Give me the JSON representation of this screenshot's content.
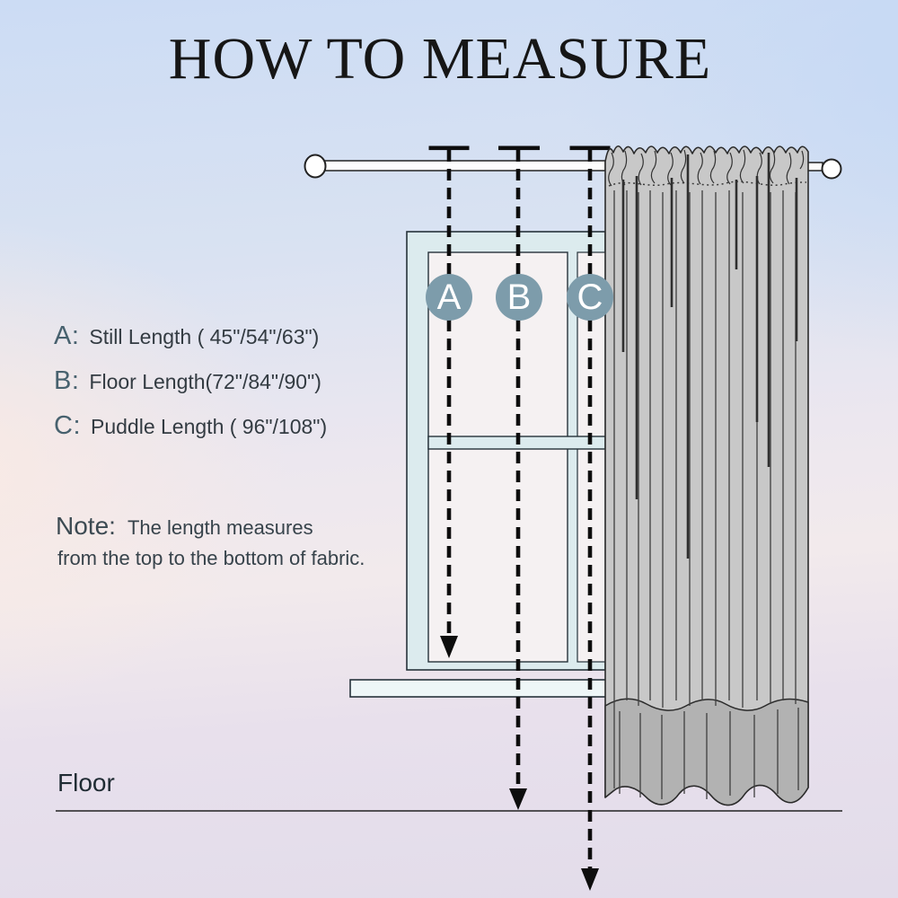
{
  "title": "HOW TO MEASURE",
  "legend": {
    "items": [
      {
        "prefix": "A:",
        "label": "Still Length ( 45\"/54\"/63\")"
      },
      {
        "prefix": "B:",
        "label": "Floor Length(72\"/84\"/90\")"
      },
      {
        "prefix": "C:",
        "label": "Puddle Length ( 96\"/108\")"
      }
    ]
  },
  "note": {
    "prefix": "Note:",
    "line1": "The length measures",
    "line2": "from the top to the bottom of fabric."
  },
  "floor": {
    "label": "Floor"
  },
  "diagram": {
    "markers": [
      "A",
      "B",
      "C"
    ],
    "measurements": [
      {
        "marker": "A",
        "name": "Still Length",
        "sizes": [
          "45\"",
          "54\"",
          "63\""
        ]
      },
      {
        "marker": "B",
        "name": "Floor Length",
        "sizes": [
          "72\"",
          "84\"",
          "90\""
        ]
      },
      {
        "marker": "C",
        "name": "Puddle Length",
        "sizes": [
          "96\"",
          "108\""
        ]
      }
    ]
  },
  "colors": {
    "badge": "#7d9cab",
    "badge_text": "#ffffff",
    "curtain": "#c8c8c8",
    "curtain_hem": "#b2b2b2",
    "window_frame_fill": "#dcebee",
    "window_pane_fill": "#f5f1f2",
    "outline": "#26323a",
    "dash_line": "#0d0d0d",
    "text_dark": "#333b42",
    "text_slate": "#47616e",
    "bg_top": "#ccdcf4",
    "bg_bottom": "#e2dcea",
    "bg_blush": "#f7eae6"
  }
}
